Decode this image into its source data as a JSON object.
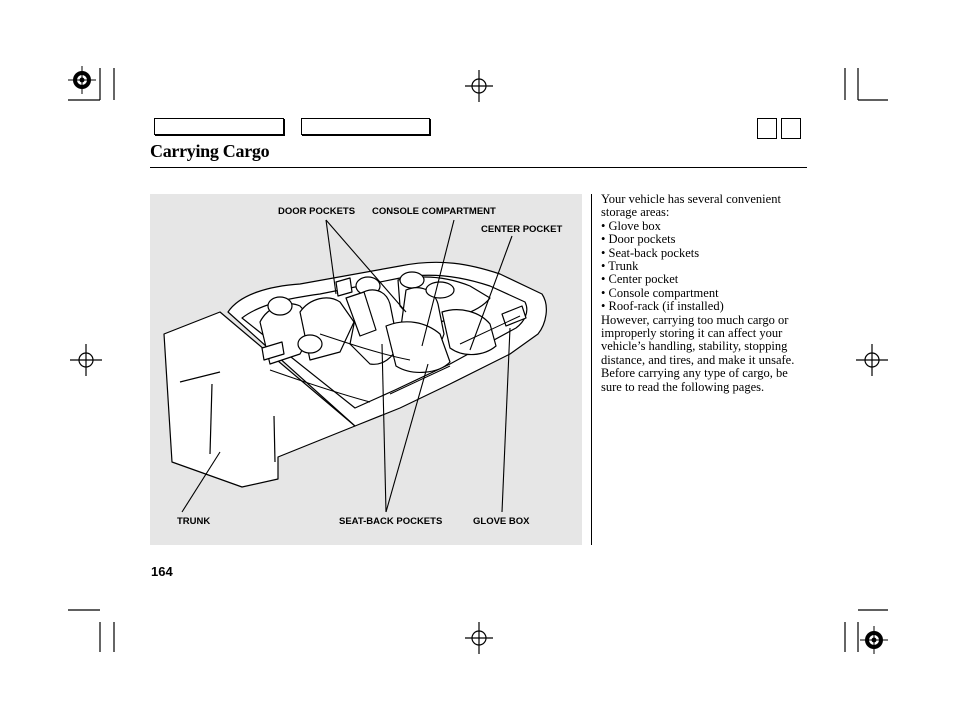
{
  "header": {
    "title": "Carrying Cargo"
  },
  "illustration": {
    "callouts": {
      "door_pockets": "DOOR POCKETS",
      "console_compartment": "CONSOLE COMPARTMENT",
      "center_pocket": "CENTER POCKET",
      "trunk": "TRUNK",
      "seat_back_pockets": "SEAT-BACK POCKETS",
      "glove_box": "GLOVE BOX"
    }
  },
  "body": {
    "intro": "Your vehicle has several convenient storage areas:",
    "items": [
      "• Glove box",
      "• Door pockets",
      "• Seat-back pockets",
      "• Trunk",
      "• Center pocket",
      "• Console compartment",
      "• Roof-rack (if installed)"
    ],
    "outro": "However, carrying too much cargo or improperly storing it can affect your vehicle’s handling, stability, stopping distance, and tires, and make it unsafe. Before carrying any type of cargo, be sure to read the following pages."
  },
  "footer": {
    "page_number": "164"
  },
  "colors": {
    "illustration_background": "#e6e6e6",
    "ink": "#000000"
  }
}
